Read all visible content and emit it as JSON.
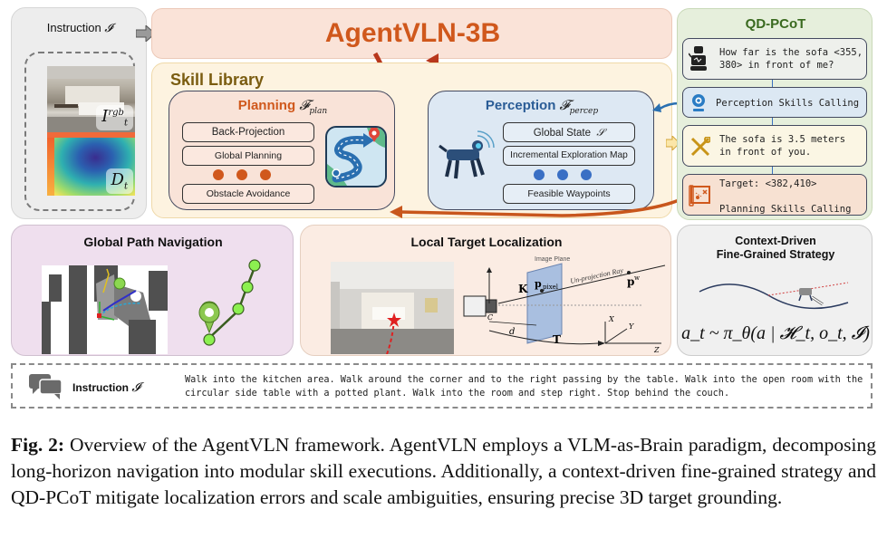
{
  "input": {
    "title": "Instruction",
    "title_symbol": "𝓘",
    "rgb_label": "I",
    "rgb_sub": "t",
    "rgb_sup": "rgb",
    "depth_label": "D",
    "depth_sub": "t"
  },
  "brain": {
    "title": "AgentVLN-3B"
  },
  "skill_library": {
    "title": "Skill Library",
    "planning": {
      "title": "Planning",
      "symbol": "𝓕",
      "symbol_sub": "plan",
      "items": [
        "Back-Projection",
        "Global Planning",
        "Obstacle Avoidance"
      ],
      "ellipsis_color": "#d0581c"
    },
    "perception": {
      "title": "Perception",
      "symbol": "𝓕",
      "symbol_sub": "percep",
      "items": [
        "Global State",
        "Incremental Exploration Map",
        "Feasible Waypoints"
      ],
      "global_state_symbol": "𝒮",
      "ellipsis_color": "#3a6fc4"
    }
  },
  "qd_pcot": {
    "title": "QD-PCoT",
    "steps": [
      {
        "text": "How far is the sofa <355,\n380> in front of me?",
        "icon": "robot-icon"
      },
      {
        "text": "Perception Skills Calling",
        "icon": "webcam-icon"
      },
      {
        "text": "The sofa is 3.5 meters\nin front of you.",
        "icon": "tools-icon"
      },
      {
        "text": "Target: <382,410>\n\nPlanning Skills Calling",
        "icon": "map-scroll-icon"
      }
    ]
  },
  "bottom": {
    "global_path": {
      "title": "Global Path Navigation"
    },
    "local_target": {
      "title": "Local Target Localization",
      "diagram": {
        "image_plane": "Image Plane",
        "ray": "Un-projection Ray",
        "K": "K",
        "p_pixel": "p",
        "p_pixel_sub": "pixel",
        "p_world": "p",
        "p_world_sup": "w",
        "camera": "C",
        "d": "d",
        "T": "T",
        "axes": [
          "X",
          "Y",
          "Z"
        ],
        "axis_sub": "w"
      }
    },
    "context_driven": {
      "title_line1": "Context-Driven",
      "title_line2": "Fine-Grained Strategy",
      "formula": "a_t ~ π_θ(a | 𝓗_t, o_t, 𝓘)"
    }
  },
  "instruction_bar": {
    "label": "Instruction",
    "symbol": "𝓘",
    "text": "Walk into the kitchen area. Walk around the corner and to the right passing by the table. Walk into the open room with the\ncircular side table with a potted plant. Walk into the room and step right. Stop behind the couch."
  },
  "caption": {
    "label": "Fig. 2:",
    "text": "Overview of the AgentVLN framework. AgentVLN employs a VLM-as-Brain paradigm, decomposing long-horizon navigation into modular skill executions. Additionally, a context-driven fine-grained strategy and QD-PCoT mitigate localization errors and scale ambiguities, ensuring precise 3D target grounding."
  },
  "colors": {
    "brand_orange": "#d0581c",
    "perception_blue": "#2a5c96",
    "skill_title": "#7a5c10",
    "qd_green": "#3a6a1f",
    "arrow_red": "#b8371c"
  }
}
